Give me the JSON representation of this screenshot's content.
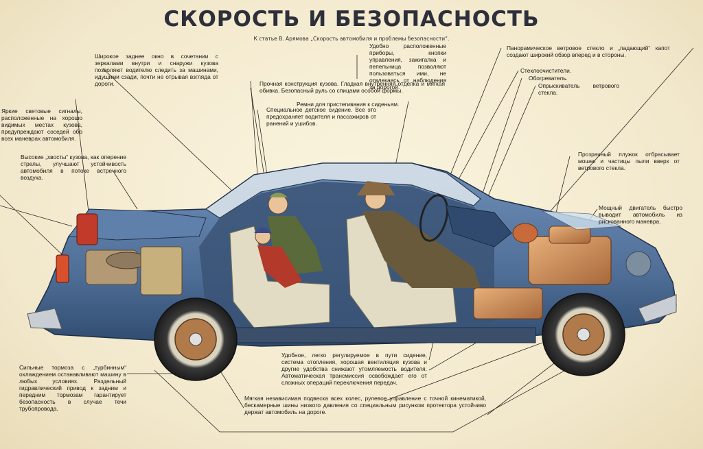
{
  "title": "СКОРОСТЬ И БЕЗОПАСНОСТЬ",
  "subtitle": "К статье В. Арямова „Скорость автомобиля и проблемы безопасности“.",
  "callouts": {
    "rear_window": "Широкое заднее окно в сочетании с зеркалами внутри и снаружи кузова позволяют водителю следить за машинами, идущими сзади, почти не отрывая взгляда от дороги.",
    "dashboard": "Удобно расположенные приборы, кнопки управления, зажигалка и пепельница позволяют пользоваться ими, не отвлекаясь от наблюдения за дорогой.",
    "body_safety": "Прочная конструкция кузова. Гладкая внутренняя отделка и мягкая обивка. Безопасный руль со спицами особой формы.",
    "seat_belts": "Ремни для пристегивания к сиденьям.",
    "child_seat": "Специальное детское сидение. Все это предохраняет водителя и пассажиров от ранений и ушибов.",
    "windshield": "Панорамическое ветровое стекло и „падающий“ капот создают широкий обзор вперед и в стороны.",
    "wipers": "Стеклоочистители.",
    "heater": "Обогреватель.",
    "washer": "Опрыскиватель ветрового стекла.",
    "signals": "Яркие световые сигналы, расположенные на хорошо видимых местах кузова, предупреждают соседей обо всех маневрах автомобиля.",
    "tail_fins": "Высокие „хвосты“ кузова, как оперение стрелы, улучшают устойчивость автомобиля в потоке встречного воздуха.",
    "deflector": "Прозрачный плужок отбрасывает мошек и частицы пыли вверх от ветрового стекла.",
    "engine": "Мощный двигатель быстро выводит автомобиль из рискованного маневра.",
    "brakes": "Сильные тормоза с „турбинным“ охлаждением останавливают машину в любых условиях. Раздельный гидравлический привод к задним и передним тормозам гарантирует безопасность в случае течи трубопровода.",
    "comfort_seat": "Удобное, легко регулируемое в пути сидение, система отопления, хорошая вентиляция кузова и другие удобства снижают утомляемость водителя. Автоматическая трансмиссия освобождает его от сложных операций переключения передач.",
    "suspension": "Мягкая независимая подвеска всех колес, рулевое управление с точной кинематикой, бескамерные шины низкого давления со специальным рисунком протектора устойчиво держат автомобиль на дороге."
  },
  "colors": {
    "background": "#f4ecd2",
    "car_body": "#4f6f98",
    "car_body_dark": "#2f4a6e",
    "engine_copper": "#c98a52",
    "seat": "#e3dcc4",
    "title": "#2d2f3a"
  }
}
